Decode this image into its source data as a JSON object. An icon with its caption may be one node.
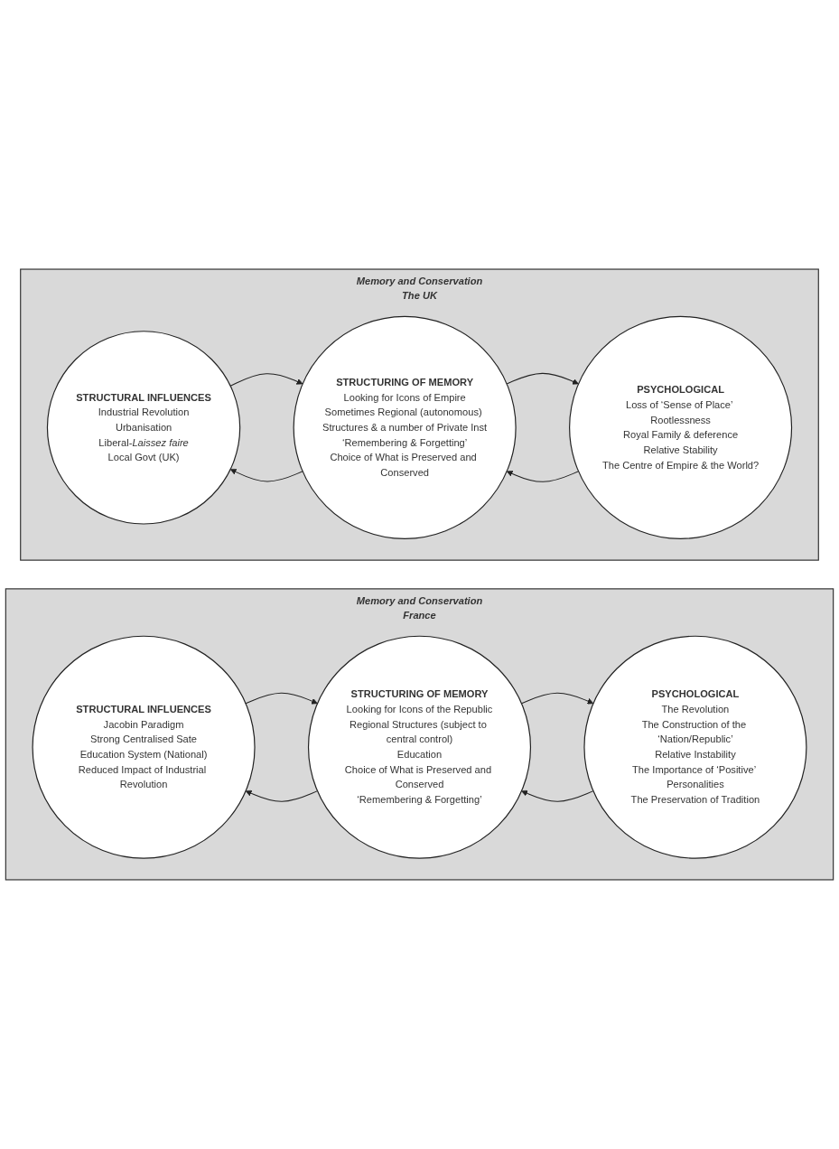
{
  "diagram": {
    "nodes": [
      {
        "text": [
          "Memory and Conservation",
          "France"
        ]
      },
      {
        "text": [
          "STRUCTURAL INFLUENCES",
          "Jacobin Paradigm",
          "Strong Centralised Sate",
          "Education System (National)",
          "Reduced Impact of Industrial Revolution"
        ],
        "in": 0
      },
      {
        "text": [
          "STRUCTURING OF MEMORY",
          "Looking for Icons of the Republic",
          "Regional Structures (subject to central control)",
          "Education",
          "Choice of What is Preserved and Conserved",
          "‘Remembering & Forgetting’"
        ],
        "in": 0
      },
      {
        "text": [
          "PSYCHOLOGICAL",
          "The Revolution",
          "The Construction of the ‘Nation/Republic’",
          "Relative Instability",
          "The Importance of ‘Positive’ Personalities",
          "The Preservation of Tradition"
        ],
        "in": 0
      },
      {
        "text": [
          "Memory and Conservation",
          "The UK"
        ]
      },
      {
        "text": [
          "STRUCTURAL INFLUENCES",
          "Industrial Revolution",
          "Urbanisation",
          "Liberal-*Laissez faire*",
          "Local Govt (UK)"
        ],
        "in": 4
      },
      {
        "text": [
          "STRUCTURING OF MEMORY",
          "Looking for Icons of Empire",
          "Sometimes Regional (autonomous) Structures & a number of Private Inst",
          "‘Remembering & Forgetting’",
          "Choice of What is Preserved and Conserved"
        ],
        "in": 4
      },
      {
        "text": [
          "PSYCHOLOGICAL",
          "Loss of ‘Sense of Place’ Rootlessness",
          "Royal Family & deference",
          "Relative Stability",
          "The Centre of Empire & the World?"
        ],
        "in": 4
      }
    ],
    "edges": [
      {
        "from": 1,
        "to": 2,
        "arrow": "to"
      },
      {
        "from": 2,
        "to": 3,
        "arrow": "to"
      },
      {
        "from": 2,
        "to": 1,
        "arrow": "to"
      },
      {
        "from": 3,
        "to": 2,
        "arrow": "to"
      },
      {
        "from": 5,
        "to": 6,
        "arrow": "to"
      },
      {
        "from": 6,
        "to": 7,
        "arrow": "to"
      },
      {
        "from": 6,
        "to": 5,
        "arrow": "to"
      },
      {
        "from": 7,
        "to": 6,
        "arrow": "to"
      }
    ]
  }
}
